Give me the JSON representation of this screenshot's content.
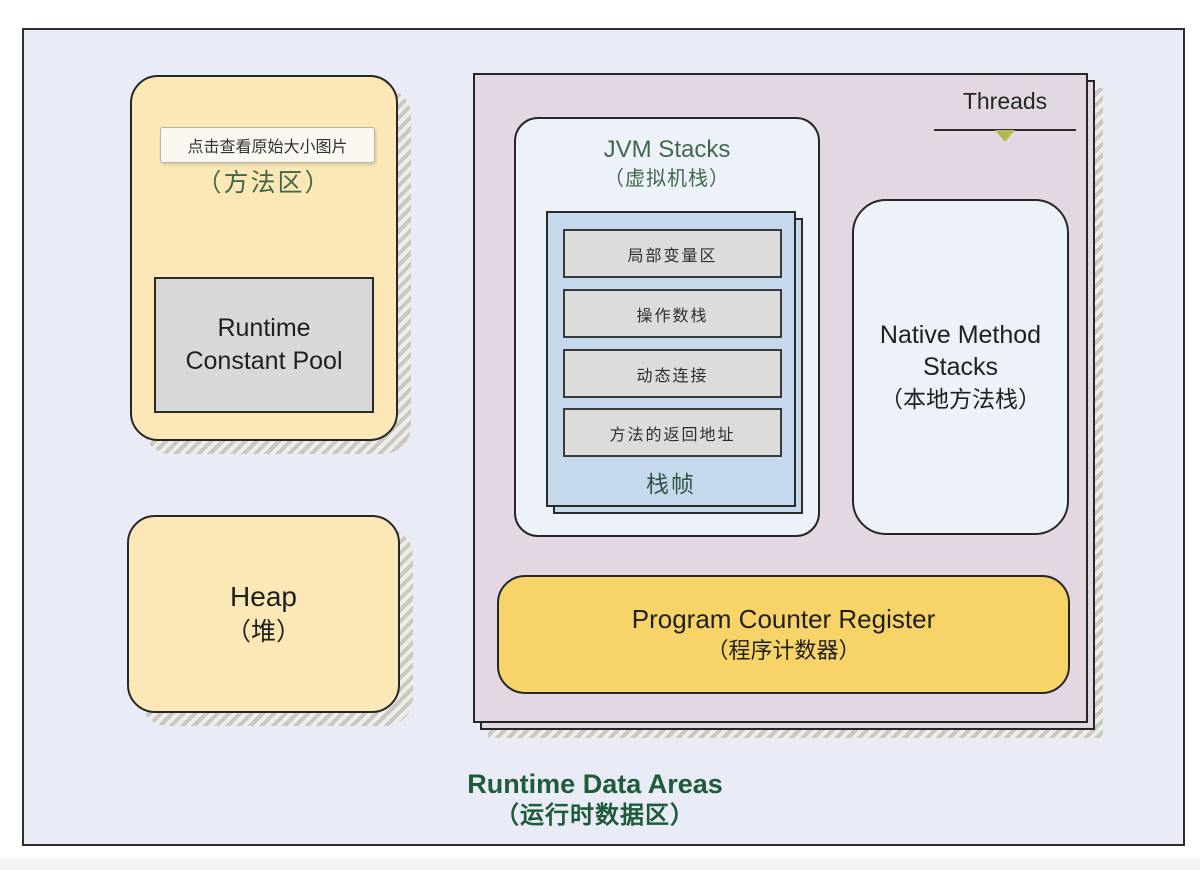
{
  "tooltip": {
    "text": "点击查看原始大小图片"
  },
  "method_area": {
    "label_cn": "（方法区）",
    "constant_pool_line1": "Runtime",
    "constant_pool_line2": "Constant Pool"
  },
  "heap": {
    "label": "Heap",
    "label_cn": "（堆）"
  },
  "runtime_data_areas": {
    "threads_label": "Threads",
    "jvm_stacks": {
      "title": "JVM Stacks",
      "title_cn": "（虚拟机栈）",
      "frame_label": "栈帧",
      "slots": [
        "局部变量区",
        "操作数栈",
        "动态连接",
        "方法的返回地址"
      ]
    },
    "native_method_stacks": {
      "line1": "Native Method",
      "line2": "Stacks",
      "line3": "（本地方法栈）"
    },
    "pc_register": {
      "title": "Program Counter Register",
      "title_cn": "（程序计数器）"
    }
  },
  "caption": {
    "line1": "Runtime Data Areas",
    "line2": "（运行时数据区）"
  },
  "colors": {
    "frame_bg": "#e9ecf6",
    "yellow_box": "#fbe8b6",
    "golden_box": "#f8d468",
    "purple_container": "#e2d7e2",
    "light_blue_box": "#edf2fa",
    "stack_frame_blue": "#c6d9ec",
    "gray_slot": "#dcdcdc",
    "green_text": "#41684b",
    "caption_green": "#1d5b39",
    "arrow_olive": "#b4ba50"
  }
}
